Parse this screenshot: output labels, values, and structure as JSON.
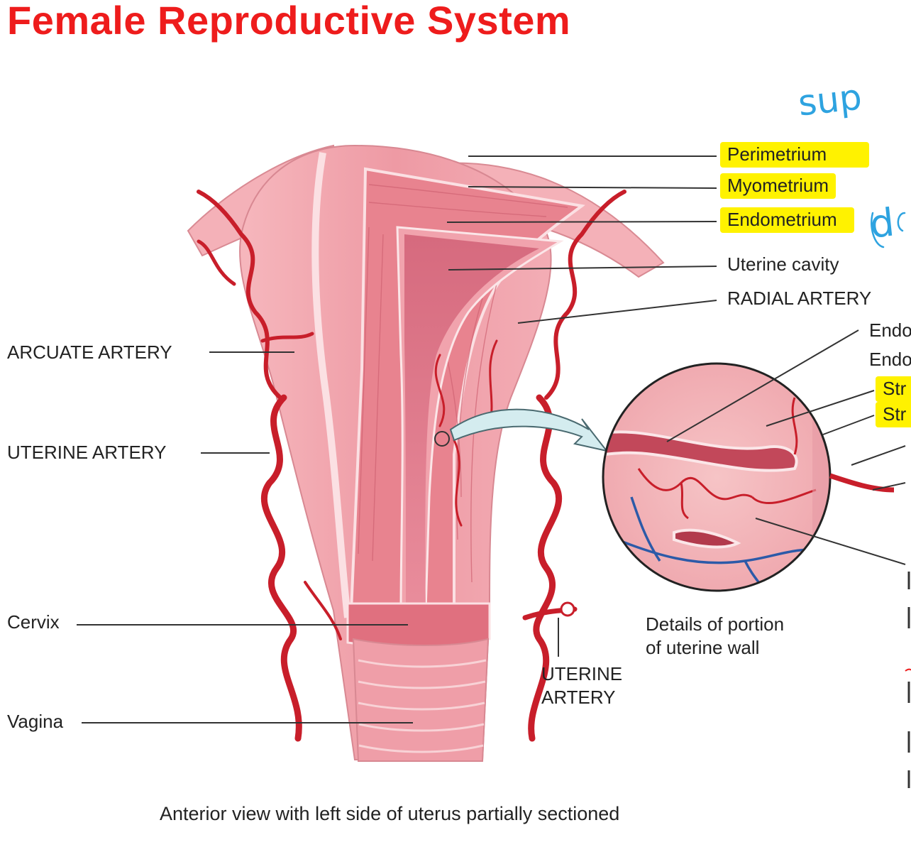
{
  "title": "Female Reproductive System",
  "colors": {
    "title": "#ee1c1c",
    "highlight": "#fff200",
    "handwriting": "#2ea3e0",
    "tissue": "#f0a0a8",
    "artery": "#c81e2a",
    "vein": "#2c5aa8"
  },
  "labels": {
    "perimetrium": "Perimetrium",
    "myometrium": "Myometrium",
    "endometrium": "Endometrium",
    "uterine_cavity": "Uterine cavity",
    "radial_artery": "RADIAL ARTERY",
    "arcuate_artery": "ARCUATE ARTERY",
    "uterine_artery_left": "UTERINE ARTERY",
    "cervix": "Cervix",
    "vagina": "Vagina",
    "uterine_artery_right_line1": "UTERINE",
    "uterine_artery_right_line2": "ARTERY",
    "detail_caption_line1": "Details of portion",
    "detail_caption_line2": "of uterine wall",
    "cut_endo_1": "Endo",
    "cut_endo_2": "Endo",
    "cut_str_1": "Str",
    "cut_str_2": "Str"
  },
  "annotations": {
    "sup": "sup",
    "d": "d"
  },
  "caption": "Anterior view with left side of uterus partially sectioned"
}
